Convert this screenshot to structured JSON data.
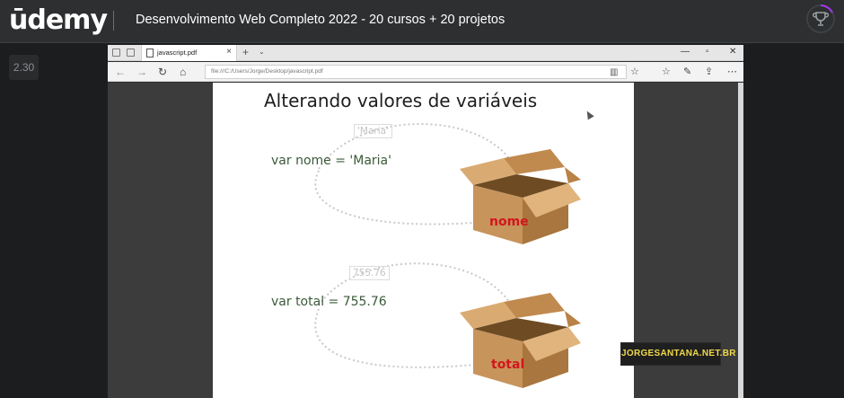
{
  "header": {
    "logo_text": "ūdemy",
    "course_title": "Desenvolvimento Web Completo 2022 - 20 cursos + 20 projetos",
    "progress_icon": "trophy-icon"
  },
  "player": {
    "speed": "2.30"
  },
  "browser": {
    "tab_title": "javascript.pdf",
    "url": "file:///C:/Users/Jorge/Desktop/javascript.pdf"
  },
  "slide": {
    "title": "Alterando valores de variáveis",
    "line1_code": "var nome = 'Maria'",
    "line1_value": "'Maria'",
    "box1_label": "nome",
    "line2_code": "var total = 755.76",
    "line2_value": "755.76",
    "box2_label": "total"
  },
  "watermark": "JORGESANTANA.NET.BR",
  "colors": {
    "header_bg": "#2d2f31",
    "brand_purple": "#a435f0",
    "code_green": "#3b5a3a",
    "box_label_red": "#d2161c",
    "watermark_yellow": "#f0d94a"
  }
}
